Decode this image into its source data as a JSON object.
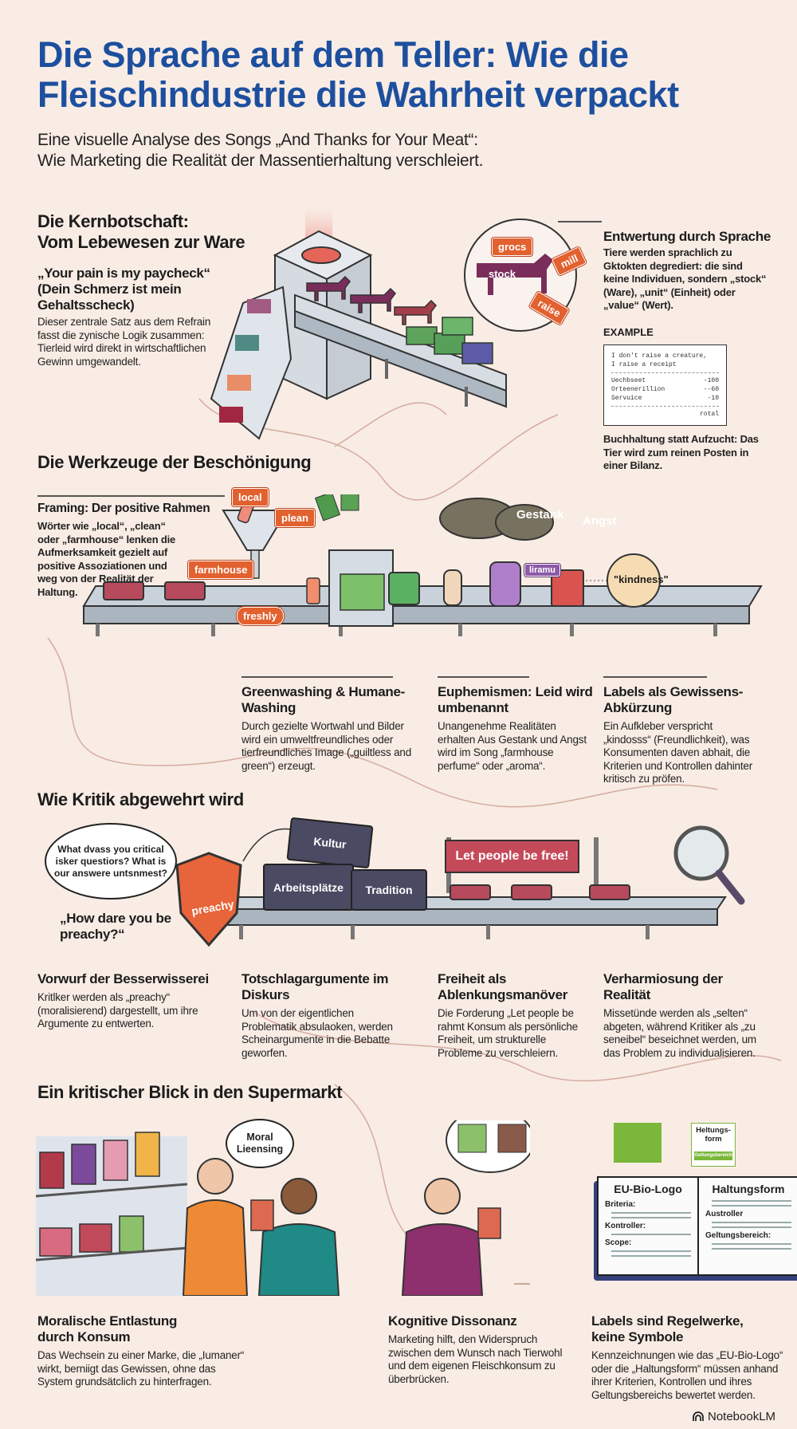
{
  "header": {
    "title_line1": "Die Sprache auf dem Teller: Wie die",
    "title_line2": "Fleischindustrie die Wahrheit verpackt",
    "subtitle_line1": "Eine visuelle Analyse des Songs „And Thanks for Your Meat“:",
    "subtitle_line2": "Wie Marketing die Realität der Massentierhaltung verschleiert."
  },
  "colors": {
    "title_blue": "#1d4f9f",
    "tag_orange": "#e2612f",
    "background": "#f8ece4",
    "cow_purple": "#7a2d5a"
  },
  "section1": {
    "heading_line1": "Die Kernbotschaft:",
    "heading_line2": "Vom Lebewesen zur Ware",
    "quote": "„Your pain is my paycheck“ (Dein Schmerz ist mein Gehaltsscheck)",
    "body": "Dieser zentrale Satz aus dem Refrain fasst die zynische Logik zusammen: Tierleid wird direkt in wirtschaftlichen Gewinn umgewandelt.",
    "cow_tags": [
      "grocs",
      "mill",
      "raise"
    ],
    "cow_label": "stock",
    "right": {
      "heading": "Entwertung durch Sprache",
      "body": "Tiere werden sprachlich zu Gktokten degrediert: die sind keine Individuen, sondern „stock“ (Ware), „unit“ (Einheit) oder „value“ (Wert).",
      "example_label": "EXAMPLE",
      "receipt": {
        "line1": "I don't raise a creature,",
        "line2": "I raise a receipt",
        "rows": [
          {
            "item": "Uechbseet",
            "value": "-100"
          },
          {
            "item": "Orteenerillion",
            "value": "--60"
          },
          {
            "item": "Servuice",
            "value": "-10"
          }
        ],
        "total": "rotal"
      },
      "caption": "Buchhaltung statt Aufzucht: Das Tier wird zum reinen Posten in einer Bilanz."
    }
  },
  "section2": {
    "heading": "Die Werkzeuge der Beschönigung",
    "framing": {
      "heading": "Framing: Der positive Rahmen",
      "body": "Wörter wie „local“, „clean“ oder „farmhouse“ lenken die Aufmerksamkeit gezielt auf positive Assoziationen und weg von der Realität der Haltung."
    },
    "tags": {
      "local": "local",
      "plean": "plean",
      "farmhouse": "farmhouse",
      "freshly": "freshly",
      "spray": "liramu"
    },
    "clouds": {
      "gestank": "Gestank",
      "angst": "Angst"
    },
    "sticker": "\"kindness\"",
    "columns": [
      {
        "heading": "Greenwashing & Humane-Washing",
        "body": "Durch gezielte Wortwahl und Bilder wird ein umweltfreundliches oder tierfreundliches Image („guiltless and green“) erzeugt."
      },
      {
        "heading": "Euphemismen: Leid wird umbenannt",
        "body": "Unangenehme Realitäten erhalten Aus Gestank und Angst wird im Song „farmhouse perfume“ oder „aroma“."
      },
      {
        "heading": "Labels als Gewissens-Abkürzung",
        "body": "Ein Aufkleber verspricht „kindosss“ (Freundlichkeit), was Konsumenten daven abhait, die Kriterien und Kontrollen dahinter kritisch zu pröfen."
      }
    ]
  },
  "section3": {
    "heading": "Wie Kritik abgewehrt wird",
    "thought": "What dvass you critical isker questiors? What is our answere untsnmest?",
    "quote": "„How dare you be preachy?“",
    "shield": "preachy",
    "blocks": [
      "Kultur",
      "Arbeitsplätze",
      "Tradition"
    ],
    "banner": "Let people be free!",
    "columns": [
      {
        "heading": "Vorwurf der Besserwisserei",
        "body": "Kritlker werden als „preachy“ (moralisierend) dargestellt, um ihre Argumente zu entwerten."
      },
      {
        "heading": "Totschlagargumente im Diskurs",
        "body": "Um von der eigentlichen Problematik absulaoken, werden Scheinargumente in die Bebatte geworfen."
      },
      {
        "heading": "Freiheit als Ablenkungsmanöver",
        "body": "Die Forderung „Let people be rahmt Konsum als persönliche Freiheit, um strukturelle Probleme zu verschleiern."
      },
      {
        "heading": "Verharmiosung der Realität",
        "body": "Missetünde werden als „selten“ abgeten, während Kritiker als „zu seneibel“ beseichnet werden, um das Problem zu individualisieren."
      }
    ]
  },
  "section4": {
    "heading": "Ein kritischer Blick in den Supermarkt",
    "thought": "Moral Lieensing",
    "logo_label": "Heltungs-form",
    "logo_sub": "Geltungsbereich",
    "book": {
      "left_title": "EU-Bio-Logo",
      "left_items": [
        "Briteria:",
        "Kontroller:",
        "Scope:"
      ],
      "right_title": "Haltungsform",
      "right_items": [
        "Austroller",
        "Geltungsbereich:"
      ]
    },
    "columns": [
      {
        "heading": "Moralische Entlastung durch Konsum",
        "body": "Das Wechsein zu einer Marke, die „Iumaner“ wirkt, berniigt das Gewissen, ohne das System grundsätclich zu hinterfragen."
      },
      {
        "heading": "Kognitive Dissonanz",
        "body": "Marketing hilft, den Widerspruch zwischen dem Wunsch nach Tierwohl und dem eigenen Fleischkonsum zu überbrücken."
      },
      {
        "heading": "Labels sind Regelwerke, keine Symbole",
        "body": "Kennzeichnungen wie das „EU-Bio-Logo“ oder die „Haltungsform“ müssen anhand ihrer Kriterien, Kontrollen und ihres Geltungsbereichs bewertet werden."
      }
    ]
  },
  "footer": {
    "brand": "NotebookLM"
  }
}
